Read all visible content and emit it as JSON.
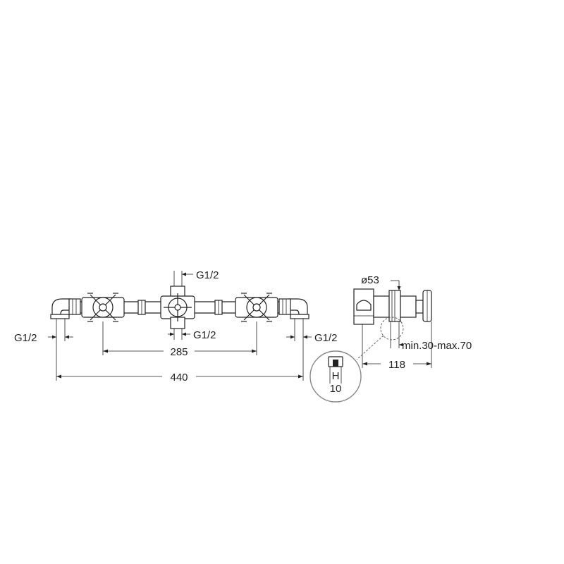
{
  "front_view": {
    "dim_top_center": "G1/2",
    "dim_bottom_center": "G1/2",
    "dim_left": "G1/2",
    "dim_right": "G1/2",
    "dim_285": "285",
    "dim_440": "440"
  },
  "side_view": {
    "dim_diameter": "ø53",
    "dim_depth_range": "min.30-max.70",
    "dim_118": "118"
  },
  "detail": {
    "label_h": "H",
    "label_10": "10"
  },
  "colors": {
    "line": "#222222",
    "detail_circle": "#888888"
  }
}
